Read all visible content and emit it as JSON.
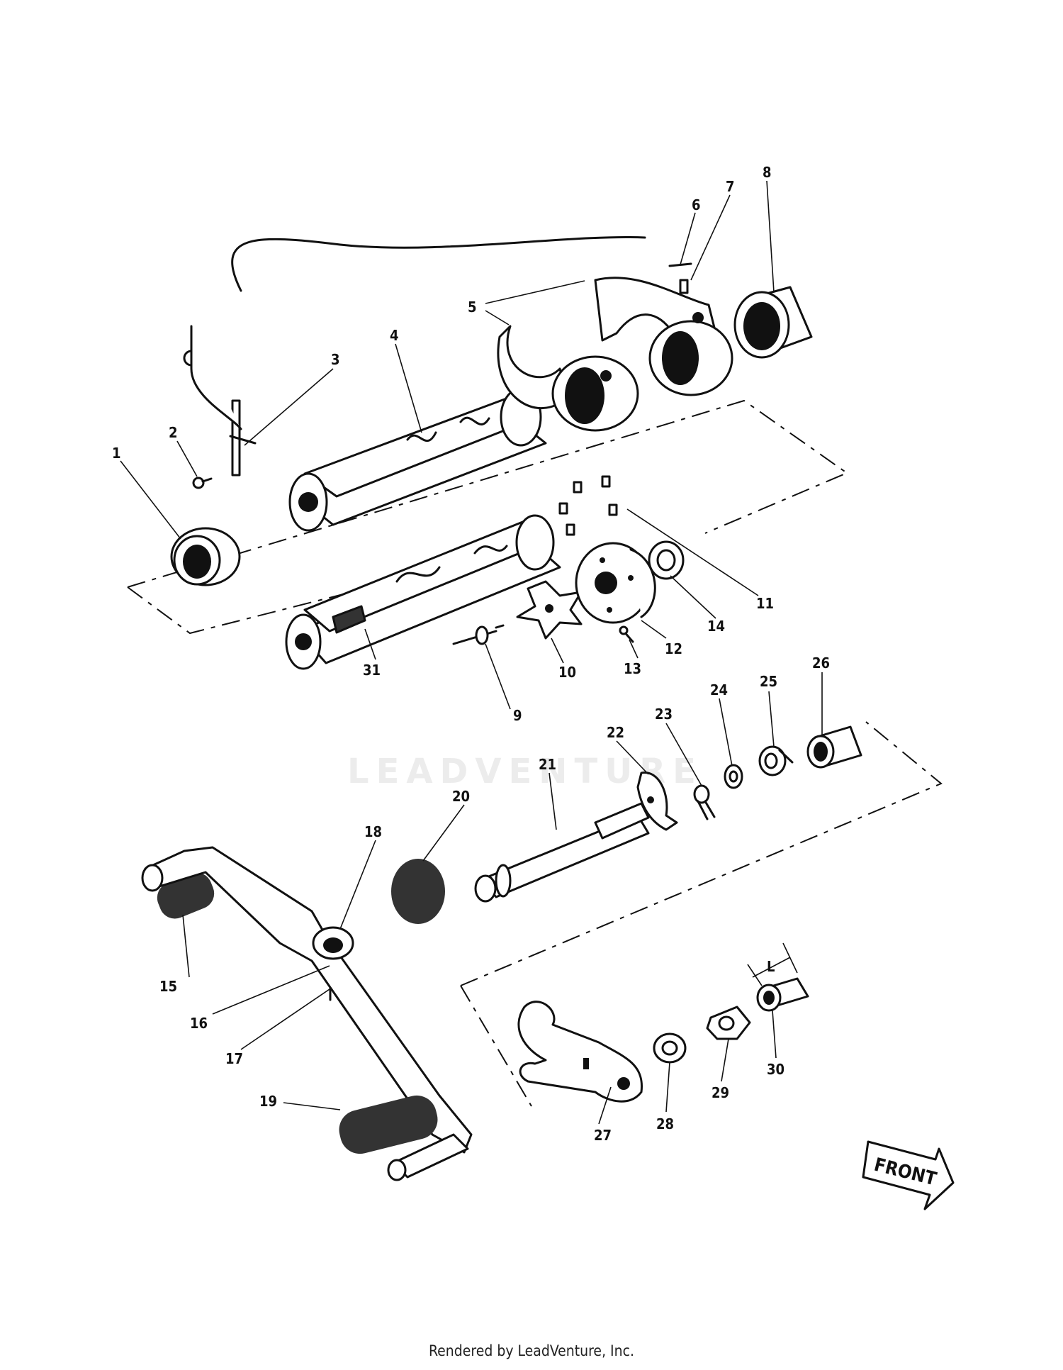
{
  "watermark": "LEADVENTURE",
  "front_label": "FRONT",
  "dimension_label": "L",
  "footer": "Rendered by LeadVenture, Inc.",
  "callouts": [
    "1",
    "2",
    "3",
    "4",
    "5",
    "6",
    "7",
    "8",
    "9",
    "10",
    "11",
    "12",
    "13",
    "14",
    "15",
    "16",
    "17",
    "18",
    "19",
    "20",
    "21",
    "22",
    "23",
    "24",
    "25",
    "26",
    "27",
    "28",
    "29",
    "30",
    "31"
  ]
}
